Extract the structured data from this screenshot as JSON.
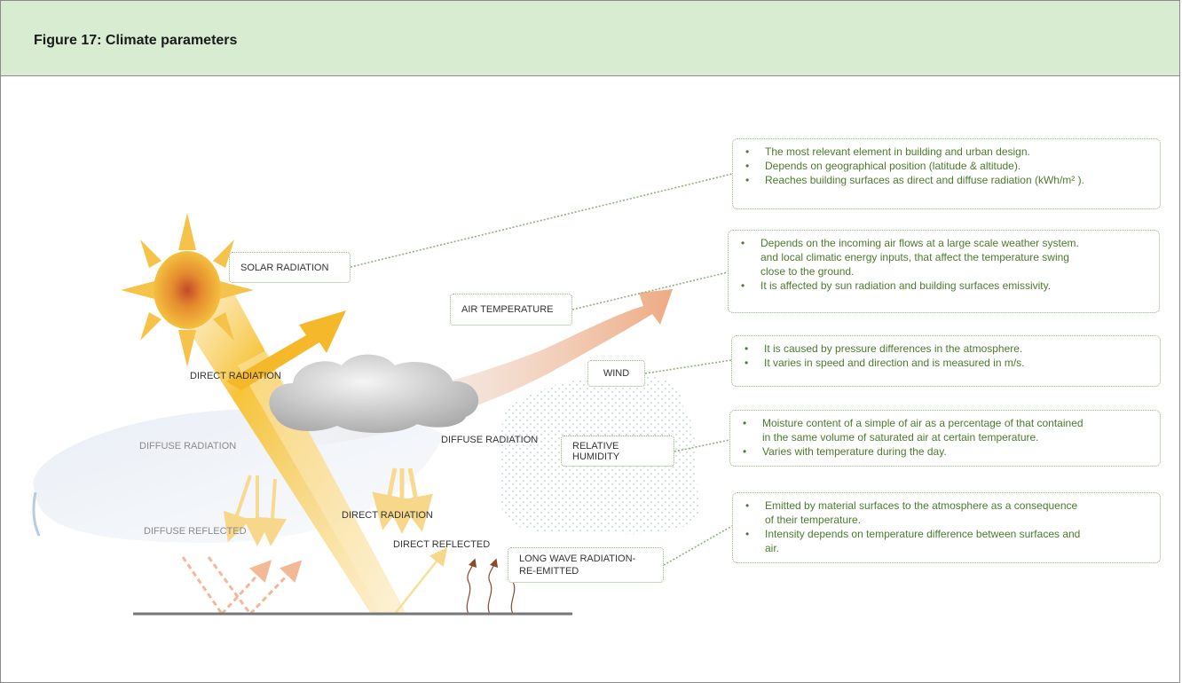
{
  "figure": {
    "title": "Figure 17: Climate parameters"
  },
  "labels": {
    "solar_radiation": "SOLAR RADIATION",
    "air_temperature": "AIR TEMPERATURE",
    "wind": "WIND",
    "relative_humidity": "RELATIVE  HUMIDITY",
    "long_wave_line1": "LONG WAVE RADIATION-",
    "long_wave_line2": "RE-EMITTED",
    "direct_radiation_top": "DIRECT RADIATION",
    "direct_radiation_bottom": "DIRECT RADIATION",
    "diffuse_radiation_left": "DIFFUSE RADIATION",
    "diffuse_radiation_right": "DIFFUSE RADIATION",
    "diffuse_reflected": "DIFFUSE REFLECTED",
    "direct_reflected": "DIRECT REFLECTED"
  },
  "info": {
    "solar": [
      "The most relevant element in building  and urban design.",
      "Depends on geographical position (latitude & altitude).",
      "Reaches building surfaces as direct and diffuse radiation (kWh/m² )."
    ],
    "air_temperature": [
      "Depends on the incoming air flows at a large scale weather system.",
      "and local climatic energy inputs, that affect the temperature swing",
      "close to the ground.",
      "It is affected by sun radiation and building surfaces emissivity."
    ],
    "wind": [
      "It is caused by pressure differences in the atmosphere.",
      "It varies in speed and direction and is measured in m/s."
    ],
    "humidity": [
      "Moisture content of a simple of air as a percentage of that contained",
      "in the same volume of saturated air at certain temperature.",
      "Varies with temperature during the day."
    ],
    "long_wave": [
      "Emitted by material surfaces to the atmosphere as a consequence",
      "of their temperature.",
      "Intensity depends on temperature difference between surfaces and",
      "air."
    ]
  },
  "colors": {
    "header_bg": "#d7ecd0",
    "box_border": "#8fb07d",
    "info_text": "#4b7a2e",
    "sun_core": "#c0522a",
    "sun_rays": "#f6c34a"
  }
}
